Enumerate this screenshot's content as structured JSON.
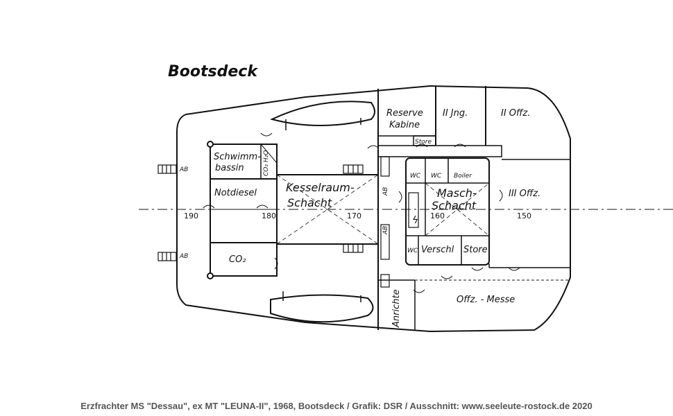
{
  "title": "Bootsdeck",
  "rooms": {
    "reserve_kabine": [
      "Reserve",
      "Kabine"
    ],
    "ing2": "II Jng.",
    "offz2_top": "II Offz.",
    "offz3": "III Offz.",
    "store_top": "Store",
    "wc1": "WC",
    "wc2": "WC",
    "boiler": "Boiler",
    "masch_schacht": [
      "Masch-",
      "Schacht"
    ],
    "wc3": "WC",
    "verschl": "Verschl",
    "store_bottom": "Store",
    "offz_messe": "Offz. - Messe",
    "anrichte": "Anrichte",
    "schwimmbassin": [
      "Schwimm-",
      "bassin"
    ],
    "co2h2o": "CO₂ H₂O",
    "notdiesel": "Notdiesel",
    "co2": "CO₂",
    "kesselraum_schacht": [
      "Kesselraum-",
      "Schacht"
    ]
  },
  "marks": {
    "ab_left_top": "AB",
    "ab_left_bottom": "AB",
    "ab_center": "AB",
    "ab_lower": "AB"
  },
  "frames": [
    "190",
    "180",
    "170",
    "160",
    "150"
  ],
  "caption": "Erzfrachter MS \"Dessau\", ex MT \"LEUNA-II\", 1968, Bootsdeck / Grafik: DSR / Ausschnitt: www.seeleute-rostock.de 2020"
}
